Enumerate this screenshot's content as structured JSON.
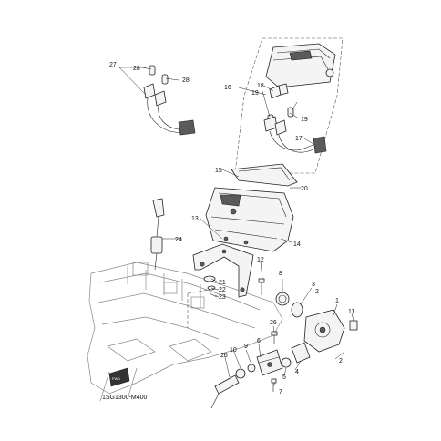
{
  "diagram_code": "1SG1300-M400",
  "fwd_badge": "FWD",
  "labels": {
    "p1": "1",
    "p2a": "2",
    "p2b": "2",
    "p3": "3",
    "p4": "4",
    "p5": "5",
    "p6": "6",
    "p7": "7",
    "p8": "8",
    "p9": "9",
    "p10": "10",
    "p11": "11",
    "p12": "12",
    "p13": "13",
    "p14": "14",
    "p15": "15",
    "p16": "16",
    "p17": "17",
    "p19a": "19",
    "p19b": "19",
    "p18": "18",
    "p20": "20",
    "p21": "21",
    "p22": "22",
    "p23": "23",
    "p24": "24",
    "p25": "25",
    "p26": "26",
    "p27": "27",
    "p28a": "28",
    "p28b": "28"
  }
}
